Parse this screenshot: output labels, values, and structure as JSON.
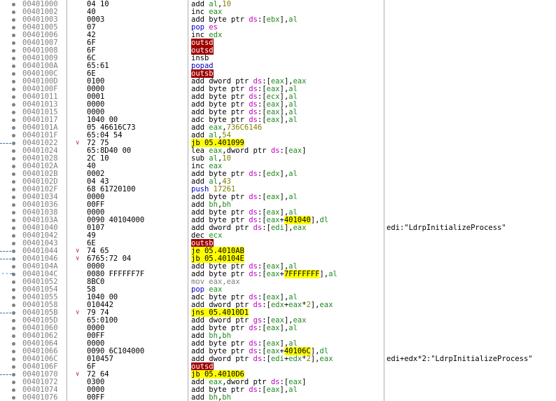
{
  "colors": {
    "address": "#808080",
    "register": "#1f8a1f",
    "segment": "#c000c0",
    "number": "#808000",
    "stack_op": "#0000c0",
    "mov_op": "#808080",
    "invalid_op_bg": "#a00000",
    "jump_op_bg": "#ffff00",
    "separator": "#b0b0b0"
  },
  "rows": [
    {
      "addr": "00401000",
      "bytes": "04 10",
      "instr": "add al,10"
    },
    {
      "addr": "00401002",
      "bytes": "40",
      "instr": "inc eax"
    },
    {
      "addr": "00401003",
      "bytes": "0003",
      "instr": "add byte ptr ds:[ebx],al"
    },
    {
      "addr": "00401005",
      "bytes": "07",
      "instr": "pop es"
    },
    {
      "addr": "00401006",
      "bytes": "42",
      "instr": "inc edx"
    },
    {
      "addr": "00401007",
      "bytes": "6F",
      "instr": "outsd"
    },
    {
      "addr": "00401008",
      "bytes": "6F",
      "instr": "outsd"
    },
    {
      "addr": "00401009",
      "bytes": "6C",
      "instr": "insb"
    },
    {
      "addr": "0040100A",
      "bytes": "65:61",
      "instr": "popad"
    },
    {
      "addr": "0040100C",
      "bytes": "6E",
      "instr": "outsb"
    },
    {
      "addr": "0040100D",
      "bytes": "0100",
      "instr": "add dword ptr ds:[eax],eax"
    },
    {
      "addr": "0040100F",
      "bytes": "0000",
      "instr": "add byte ptr ds:[eax],al"
    },
    {
      "addr": "00401011",
      "bytes": "0001",
      "instr": "add byte ptr ds:[ecx],al"
    },
    {
      "addr": "00401013",
      "bytes": "0000",
      "instr": "add byte ptr ds:[eax],al"
    },
    {
      "addr": "00401015",
      "bytes": "0000",
      "instr": "add byte ptr ds:[eax],al"
    },
    {
      "addr": "00401017",
      "bytes": "1040 00",
      "instr": "adc byte ptr ds:[eax],al"
    },
    {
      "addr": "0040101A",
      "bytes": "05 46616C73",
      "instr": "add eax,736C6146"
    },
    {
      "addr": "0040101F",
      "bytes": "65:04 54",
      "instr": "add al,54"
    },
    {
      "addr": "00401022",
      "bytes": "72 75",
      "instr": "jb 05.401099"
    },
    {
      "addr": "00401024",
      "bytes": "65:8D40 00",
      "instr": "lea eax,dword ptr ds:[eax]"
    },
    {
      "addr": "00401028",
      "bytes": "2C 10",
      "instr": "sub al,10"
    },
    {
      "addr": "0040102A",
      "bytes": "40",
      "instr": "inc eax"
    },
    {
      "addr": "0040102B",
      "bytes": "0002",
      "instr": "add byte ptr ds:[edx],al"
    },
    {
      "addr": "0040102D",
      "bytes": "04 43",
      "instr": "add al,43"
    },
    {
      "addr": "0040102F",
      "bytes": "68 61720100",
      "instr": "push 17261"
    },
    {
      "addr": "00401034",
      "bytes": "0000",
      "instr": "add byte ptr ds:[eax],al"
    },
    {
      "addr": "00401036",
      "bytes": "00FF",
      "instr": "add bh,bh"
    },
    {
      "addr": "00401038",
      "bytes": "0000",
      "instr": "add byte ptr ds:[eax],al"
    },
    {
      "addr": "0040103A",
      "bytes": "0090 40104000",
      "instr": "add byte ptr ds:[eax+401040],dl"
    },
    {
      "addr": "00401040",
      "bytes": "0107",
      "instr": "add dword ptr ds:[edi],eax",
      "comment": "edi:\"LdrpInitializeProcess\""
    },
    {
      "addr": "00401042",
      "bytes": "49",
      "instr": "dec ecx"
    },
    {
      "addr": "00401043",
      "bytes": "6E",
      "instr": "outsb"
    },
    {
      "addr": "00401044",
      "bytes": "74 65",
      "instr": "je 05.4010AB"
    },
    {
      "addr": "00401046",
      "bytes": "6765:72 04",
      "instr": "jb 05.40104E"
    },
    {
      "addr": "0040104A",
      "bytes": "0000",
      "instr": "add byte ptr ds:[eax],al"
    },
    {
      "addr": "0040104C",
      "bytes": "0080 FFFFFF7F",
      "instr": "add byte ptr ds:[eax+7FFFFFFF],al"
    },
    {
      "addr": "00401052",
      "bytes": "8BC0",
      "instr": "mov eax,eax"
    },
    {
      "addr": "00401054",
      "bytes": "58",
      "instr": "pop eax"
    },
    {
      "addr": "00401055",
      "bytes": "1040 00",
      "instr": "adc byte ptr ds:[eax],al"
    },
    {
      "addr": "00401058",
      "bytes": "010442",
      "instr": "add dword ptr ds:[edx+eax*2],eax"
    },
    {
      "addr": "0040105B",
      "bytes": "79 74",
      "instr": "jns 05.4010D1"
    },
    {
      "addr": "0040105D",
      "bytes": "65:0100",
      "instr": "add dword ptr gs:[eax],eax"
    },
    {
      "addr": "00401060",
      "bytes": "0000",
      "instr": "add byte ptr ds:[eax],al"
    },
    {
      "addr": "00401062",
      "bytes": "00FF",
      "instr": "add bh,bh"
    },
    {
      "addr": "00401064",
      "bytes": "0000",
      "instr": "add byte ptr ds:[eax],al"
    },
    {
      "addr": "00401066",
      "bytes": "0090 6C104000",
      "instr": "add byte ptr ds:[eax+40106C],dl"
    },
    {
      "addr": "0040106C",
      "bytes": "010457",
      "instr": "add dword ptr ds:[edi+edx*2],eax",
      "comment": "edi+edx*2:\"LdrpInitializeProcess\""
    },
    {
      "addr": "0040106F",
      "bytes": "6F",
      "instr": "outsd"
    },
    {
      "addr": "00401070",
      "bytes": "72 64",
      "instr": "jb 05.4010D6"
    },
    {
      "addr": "00401072",
      "bytes": "0300",
      "instr": "add eax,dword ptr ds:[eax]"
    },
    {
      "addr": "00401074",
      "bytes": "0000",
      "instr": "add byte ptr ds:[eax],al"
    },
    {
      "addr": "00401076",
      "bytes": "00FF",
      "instr": "add bh,bh"
    }
  ]
}
